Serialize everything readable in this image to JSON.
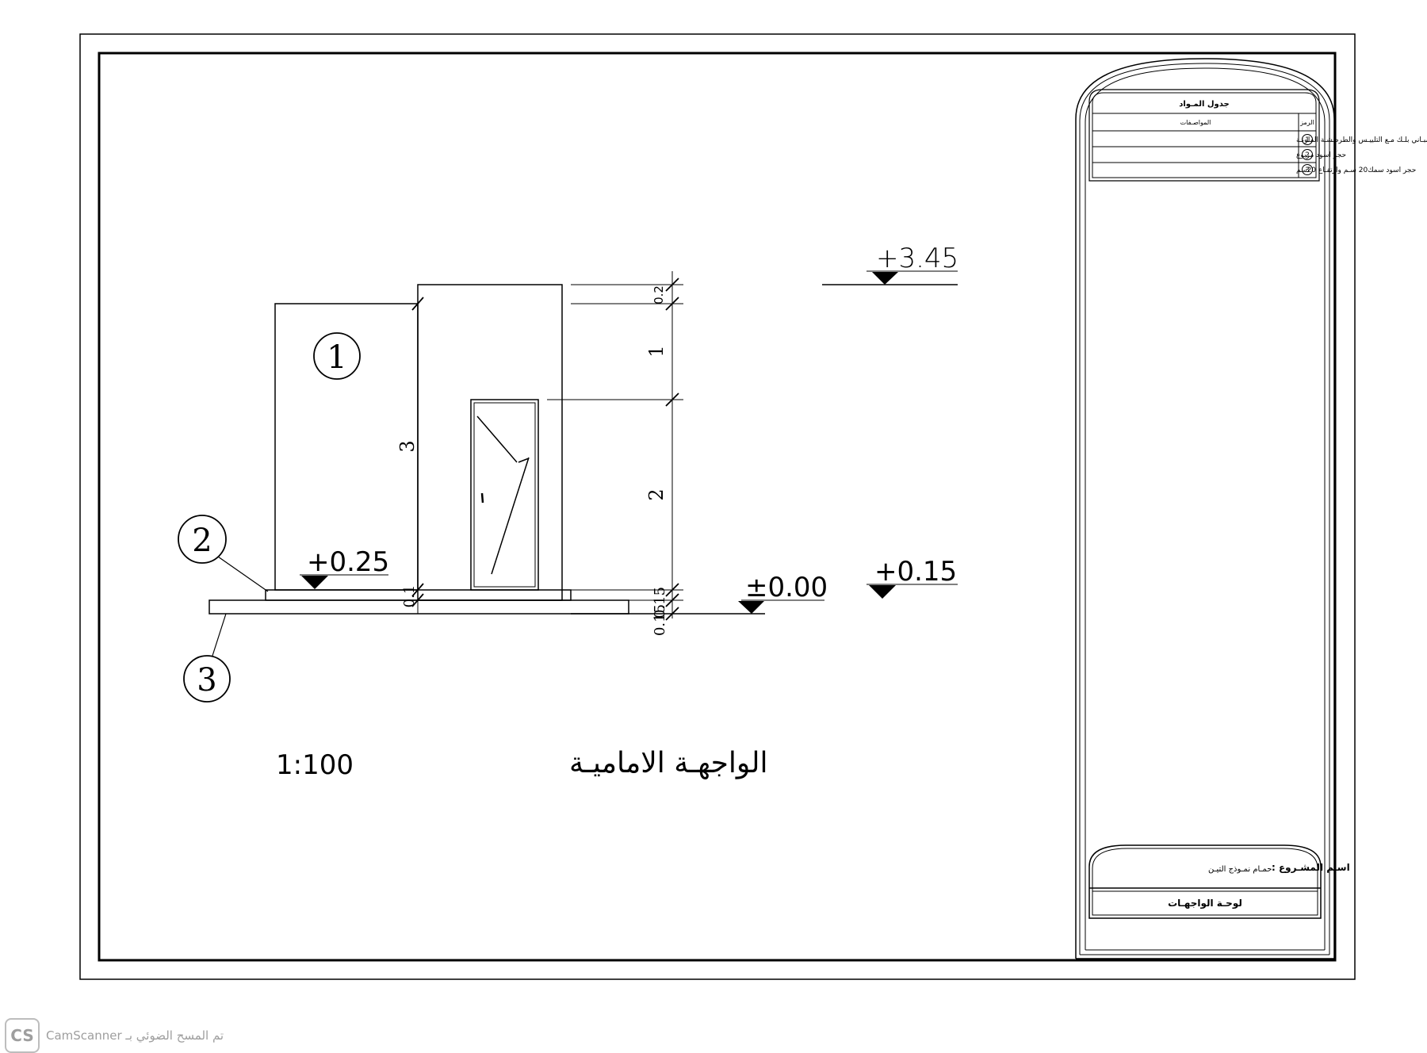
{
  "drawing": {
    "title": "الواجهـة الاماميـة",
    "scale": "1:100",
    "callouts": [
      "1",
      "2",
      "3"
    ],
    "levels": [
      {
        "id": "roof",
        "text": "+3.45"
      },
      {
        "id": "step",
        "text": "+0.25"
      },
      {
        "id": "ground",
        "text": "±0.00"
      },
      {
        "id": "floor",
        "text": "+0.15"
      }
    ],
    "dimensions": {
      "parapet": "0.2",
      "upper": "1",
      "door": "2",
      "base": "0.15",
      "foundation": "0.15",
      "overall": "3",
      "step": "0.1"
    }
  },
  "materials_table": {
    "title": "جدول المـواد",
    "headers": {
      "symbol": "الرمز",
      "spec": "المواصـفات"
    },
    "rows": [
      {
        "num": "1",
        "spec": "مبـاني بلـك مـع التلييـس والطرطشـة الملونـة"
      },
      {
        "num": "2",
        "spec": "حجر اسود مربوع"
      },
      {
        "num": "3",
        "spec": "حجر اسود سمك20 سـم وارتفـاع 20سم"
      }
    ]
  },
  "title_block": {
    "project_label": "اسـم المشـروع :",
    "project_name": "حمـام نمـوذج التيـن",
    "sheet_name": "لوحـة الواجهـات"
  },
  "watermark": {
    "logo": "CS",
    "text": "تم المسح الضوئي بـ CamScanner"
  }
}
